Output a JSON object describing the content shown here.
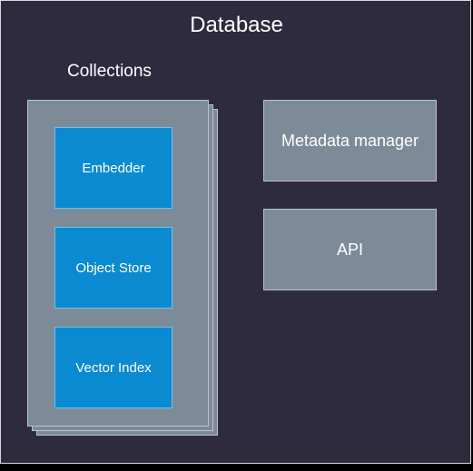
{
  "diagram": {
    "title": "Database",
    "collections": {
      "label": "Collections",
      "components": [
        {
          "label": "Embedder"
        },
        {
          "label": "Object Store"
        },
        {
          "label": "Vector Index"
        }
      ]
    },
    "services": [
      {
        "label": "Metadata manager"
      },
      {
        "label": "API"
      }
    ]
  },
  "colors": {
    "background": "#2e2b3f",
    "panel": "#7d8b99",
    "component": "#0a8bd1",
    "text": "#ffffff"
  }
}
